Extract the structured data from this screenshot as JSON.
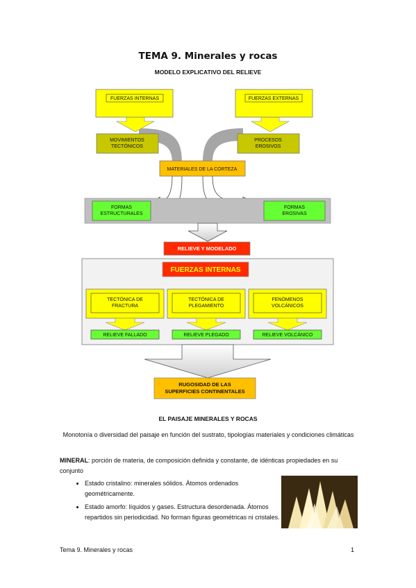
{
  "title": "TEMA 9. Minerales y rocas",
  "subtitle": "MODELO EXPLICATIVO DEL RELIEVE",
  "diagram": {
    "fuerzas_internas_top": "FUERZAS INTERNAS",
    "fuerzas_externas": "FUERZAS EXTERNAS",
    "movimientos": [
      "MOVIMIENTOS",
      "TECTÓNICOS"
    ],
    "procesos": [
      "PROCESOS",
      "EROSIVOS"
    ],
    "materiales": "MATERIALES DE LA CORTEZA",
    "formas_estructurales": [
      "FORMAS",
      "ESTRUCTURALES"
    ],
    "formas_erosivas": [
      "FORMAS",
      "EROSIVAS"
    ],
    "relieve_modelado": "RELIEVE Y MODELADO",
    "fuerzas_internas_red": "FUERZAS INTERNAS",
    "tectonica_fractura": [
      "TECTÓNICA DE",
      "FRACTURA"
    ],
    "tectonica_plegamiento": [
      "TECTÓNICA DE",
      "PLEGAMIENTO"
    ],
    "fenomenos_volcanicos": [
      "FENÓMENOS",
      "VOLCÁNICOS"
    ],
    "relieve_fallado": "RELIEVE FALLADO",
    "relieve_plegado": "RELIEVE PLEGADO",
    "relieve_volcanico": "RELIEVE VOLCÁNICO",
    "rugosidad": [
      "RUGOSIDAD DE LAS",
      "SUPERFICIES CONTINENTALES"
    ],
    "colors": {
      "yellow": "#ffff00",
      "olive": "#c8c800",
      "orange": "#ffc000",
      "green": "#66ff33",
      "red": "#ff2a00",
      "grey": "#bfbfbf"
    }
  },
  "section_title": "EL PAISAJE MINERALES Y ROCAS",
  "intro": "Monotonía o diversidad del paisaje en función del sustrato, tipologías materiales y condiciones climáticas",
  "mineral_label": "MINERAL",
  "mineral_def": ": porción de materia, de composición definida y constante, de idénticas propiedades en su conjunto",
  "bullets": [
    "Estado cristalino: minerales sólidos. Átomos ordenados geométricamente.",
    "Estado amorfo: líquidos y gases. Estructura desordenada. Átomos repartidos sin periodicidad. No forman figuras geométricas ni cristales."
  ],
  "footer_left": "Tema 9. Minerales y rocas",
  "footer_right": "1"
}
